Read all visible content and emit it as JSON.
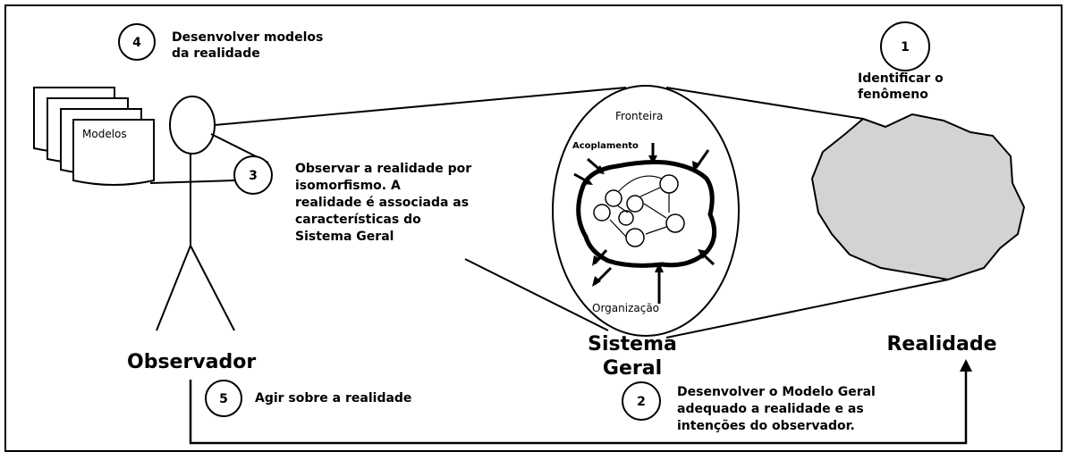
{
  "steps": {
    "step1": {
      "number": "1",
      "lines": [
        "Identificar o",
        "fenômeno"
      ]
    },
    "step2": {
      "number": "2",
      "lines": [
        "Desenvolver o Modelo Geral",
        "adequado a realidade e as",
        "intenções do observador."
      ]
    },
    "step3": {
      "number": "3",
      "lines": [
        "Observar a realidade por",
        "isomorfismo. A",
        "realidade é associada as",
        "características do",
        "Sistema Geral"
      ]
    },
    "step4": {
      "number": "4",
      "lines": [
        "Desenvolver  modelos",
        "da realidade"
      ]
    },
    "step5": {
      "number": "5",
      "lines": [
        "Agir sobre a realidade"
      ]
    }
  },
  "labels": {
    "observer": "Observador",
    "system_line1": "Sistema",
    "system_line2": "Geral",
    "reality": "Realidade",
    "models": "Modelos",
    "boundary": "Fronteira",
    "coupling": "Acoplamento",
    "organization": "Organização"
  },
  "colors": {
    "reality_fill": "#d3d3d3",
    "stroke": "#000000",
    "background": "#ffffff"
  }
}
